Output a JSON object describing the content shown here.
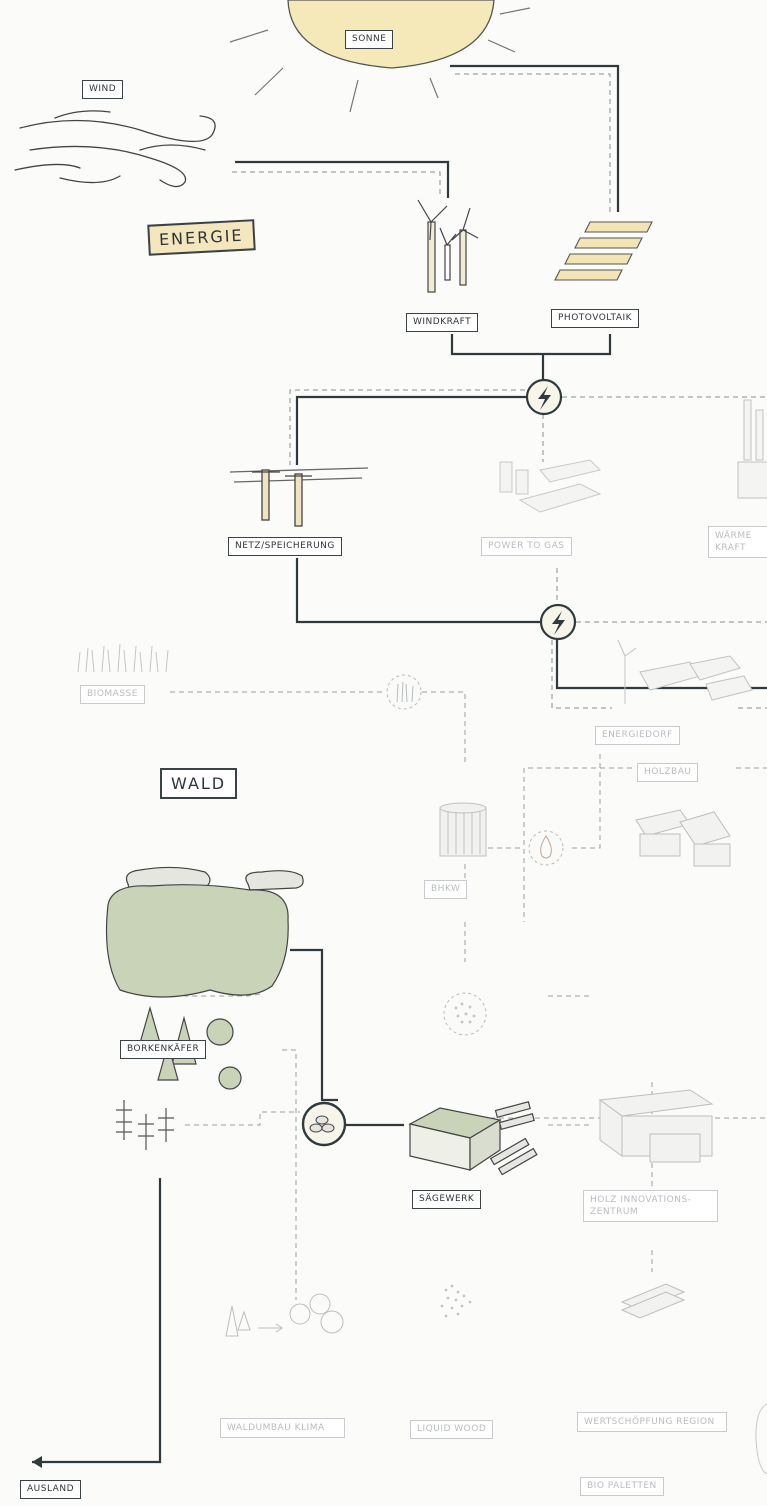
{
  "labels": {
    "sonne": "SONNE",
    "wind": "WIND",
    "energie": "ENERGIE",
    "windkraft": "WINDKRAFT",
    "photovoltaik": "PHOTOVOLTAIK",
    "netz_speicherung": "NETZ/SPEICHERUNG",
    "power_to_gas": "POWER TO GAS",
    "waermekraft_cut": "WÄRME KRAFT",
    "biomasse": "BIOMASSE",
    "energiedorf": "ENERGIEDORF",
    "wald": "WALD",
    "bhkw": "BHKW",
    "holzbau": "HOLZBAU",
    "borkenkaefer": "BORKENKÄFER",
    "saegewerk": "SÄGEWERK",
    "holz_innovationszentrum": "HOLZ INNOVATIONS-ZENTRUM",
    "waldumbau_klima": "WALDUMBAU KLIMA",
    "liquid_wood": "LIQUID WOOD",
    "wertschoepfung_region": "WERTSCHÖPFUNG REGION",
    "bio_paletten": "BIO PALETTEN",
    "ausland": "AUSLAND"
  },
  "colors": {
    "ink": "#2f3a3d",
    "faint": "#c3c6c8",
    "sun": "#f6e9b9",
    "highlight": "#f4e6bd",
    "forest": "#c9d3b8",
    "hub_fill": "#f7f5ea"
  },
  "icons": {
    "hub_top": "lightning-icon",
    "hub_mid": "lightning-icon",
    "hub_biomass": "grass-icon",
    "hub_heat": "flame-icon",
    "hub_chips": "woodchips-icon",
    "hub_logs": "logs-icon"
  }
}
